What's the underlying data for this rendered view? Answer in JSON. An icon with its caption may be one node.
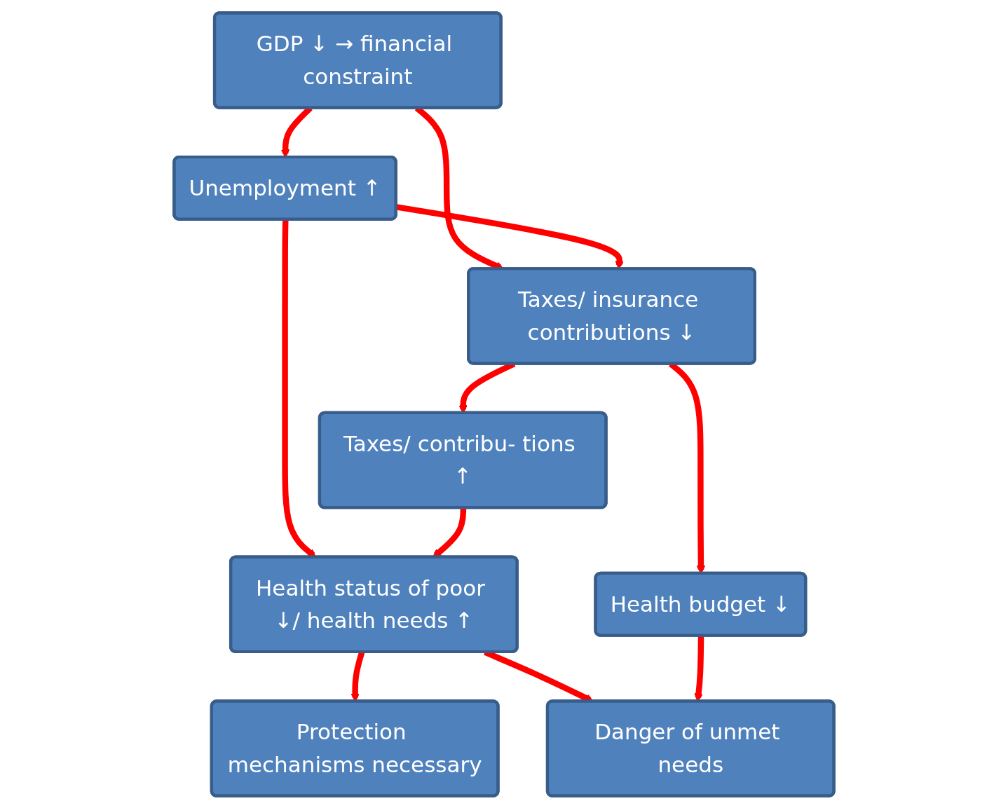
{
  "diagram": {
    "nodes": [
      {
        "text": [
          "GDP ↓ → financial constraint"
        ]
      },
      {
        "text": [
          "Unemployment ↑"
        ]
      },
      {
        "text": [
          "Taxes/ insurance contributions ↓"
        ]
      },
      {
        "text": [
          "Health status of poor ↓/ health needs ↑"
        ]
      },
      {
        "text": [
          "Taxes/ contribu- tions ↑"
        ]
      },
      {
        "text": [
          "Health budget ↓"
        ]
      },
      {
        "text": [
          "Protection mechanisms necessary"
        ]
      },
      {
        "text": [
          "Danger of unmet needs"
        ]
      }
    ],
    "edges": [
      {
        "from": 0,
        "to": 1,
        "arrow": "to"
      },
      {
        "from": 0,
        "to": 2,
        "arrow": "to"
      },
      {
        "from": 1,
        "to": 2,
        "arrow": "to"
      },
      {
        "from": 1,
        "to": 3,
        "arrow": "to"
      },
      {
        "from": 2,
        "to": 4,
        "arrow": "to"
      },
      {
        "from": 2,
        "to": 5,
        "arrow": "to"
      },
      {
        "from": 4,
        "to": 3,
        "arrow": "to"
      },
      {
        "from": 3,
        "to": 6,
        "arrow": "to"
      },
      {
        "from": 3,
        "to": 7,
        "arrow": "to"
      },
      {
        "from": 5,
        "to": 7,
        "arrow": "to"
      }
    ]
  }
}
